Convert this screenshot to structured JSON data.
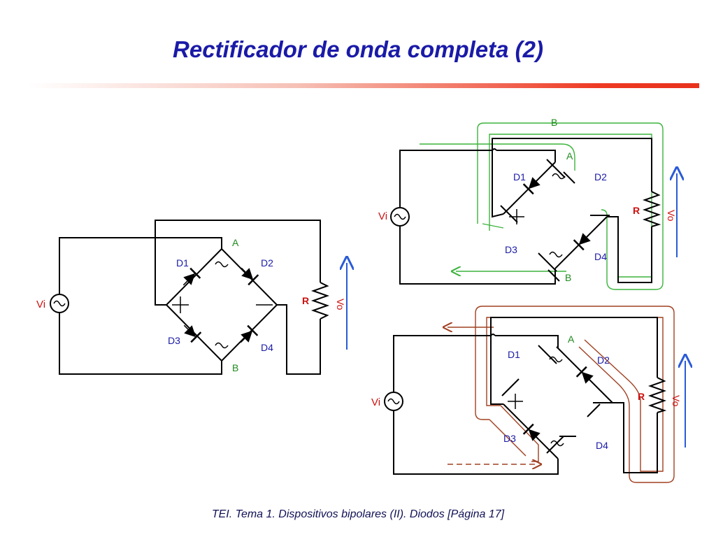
{
  "slide": {
    "title": "Rectificador de onda completa (2)",
    "footer": "TEI. Tema 1. Dispositivos bipolares (II). Diodos [Página 17]"
  },
  "labels": {
    "source": "Vi",
    "resistor": "R",
    "output": "Vo",
    "node_a": "A",
    "node_b": "B",
    "d1": "D1",
    "d2": "D2",
    "d3": "D3",
    "d4": "D4"
  },
  "colors": {
    "title": "#1a1aa8",
    "node_labels": "#1e8a1e",
    "diode_labels": "#1a1aa8",
    "r_vi_vo_labels": "#cc1111",
    "positive_path": "#3cb43c",
    "negative_path": "#a04020",
    "vo_arrow": "#2a5bd7"
  },
  "icons": [
    "ac-source-icon",
    "diode-icon",
    "resistor-icon",
    "arrow-up-icon"
  ]
}
